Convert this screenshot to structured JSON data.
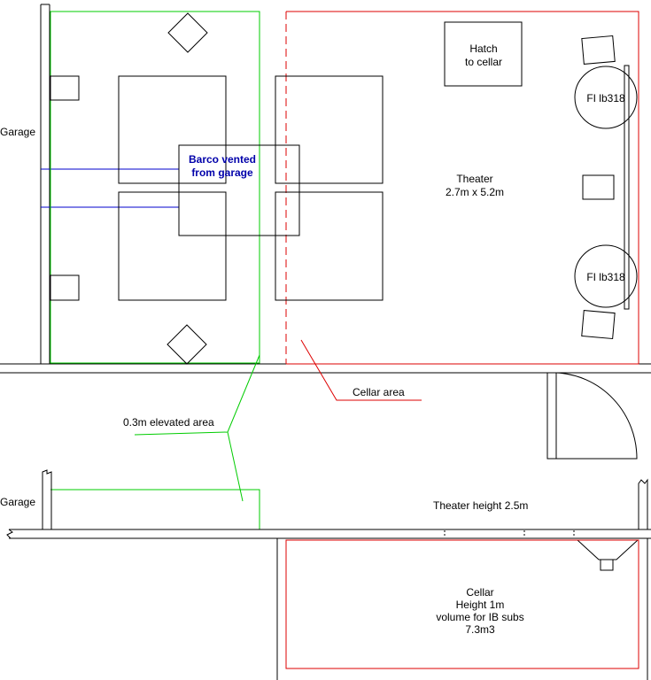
{
  "labels": {
    "garage_top": "Garage",
    "barco_line1": "Barco vented",
    "barco_line2": "from garage",
    "hatch_line1": "Hatch",
    "hatch_line2": "to cellar",
    "sub_top": "FI lb318",
    "sub_bottom": "FI lb318",
    "theater_line1": "Theater",
    "theater_line2": "2.7m x 5.2m",
    "cellar_area": "Cellar area",
    "elevated_area": "0.3m elevated area",
    "garage_bottom": "Garage",
    "theater_height": "Theater height 2.5m",
    "cellar_line1": "Cellar",
    "cellar_line2": "Height 1m",
    "cellar_line3": "volume for IB subs",
    "cellar_line4": "7.3m3"
  },
  "colors": {
    "walls": "#000000",
    "elevated_area": "#00cc00",
    "cellar_area": "#dd0000",
    "barco_vent": "#0000cc",
    "barco_text": "#0000aa"
  }
}
